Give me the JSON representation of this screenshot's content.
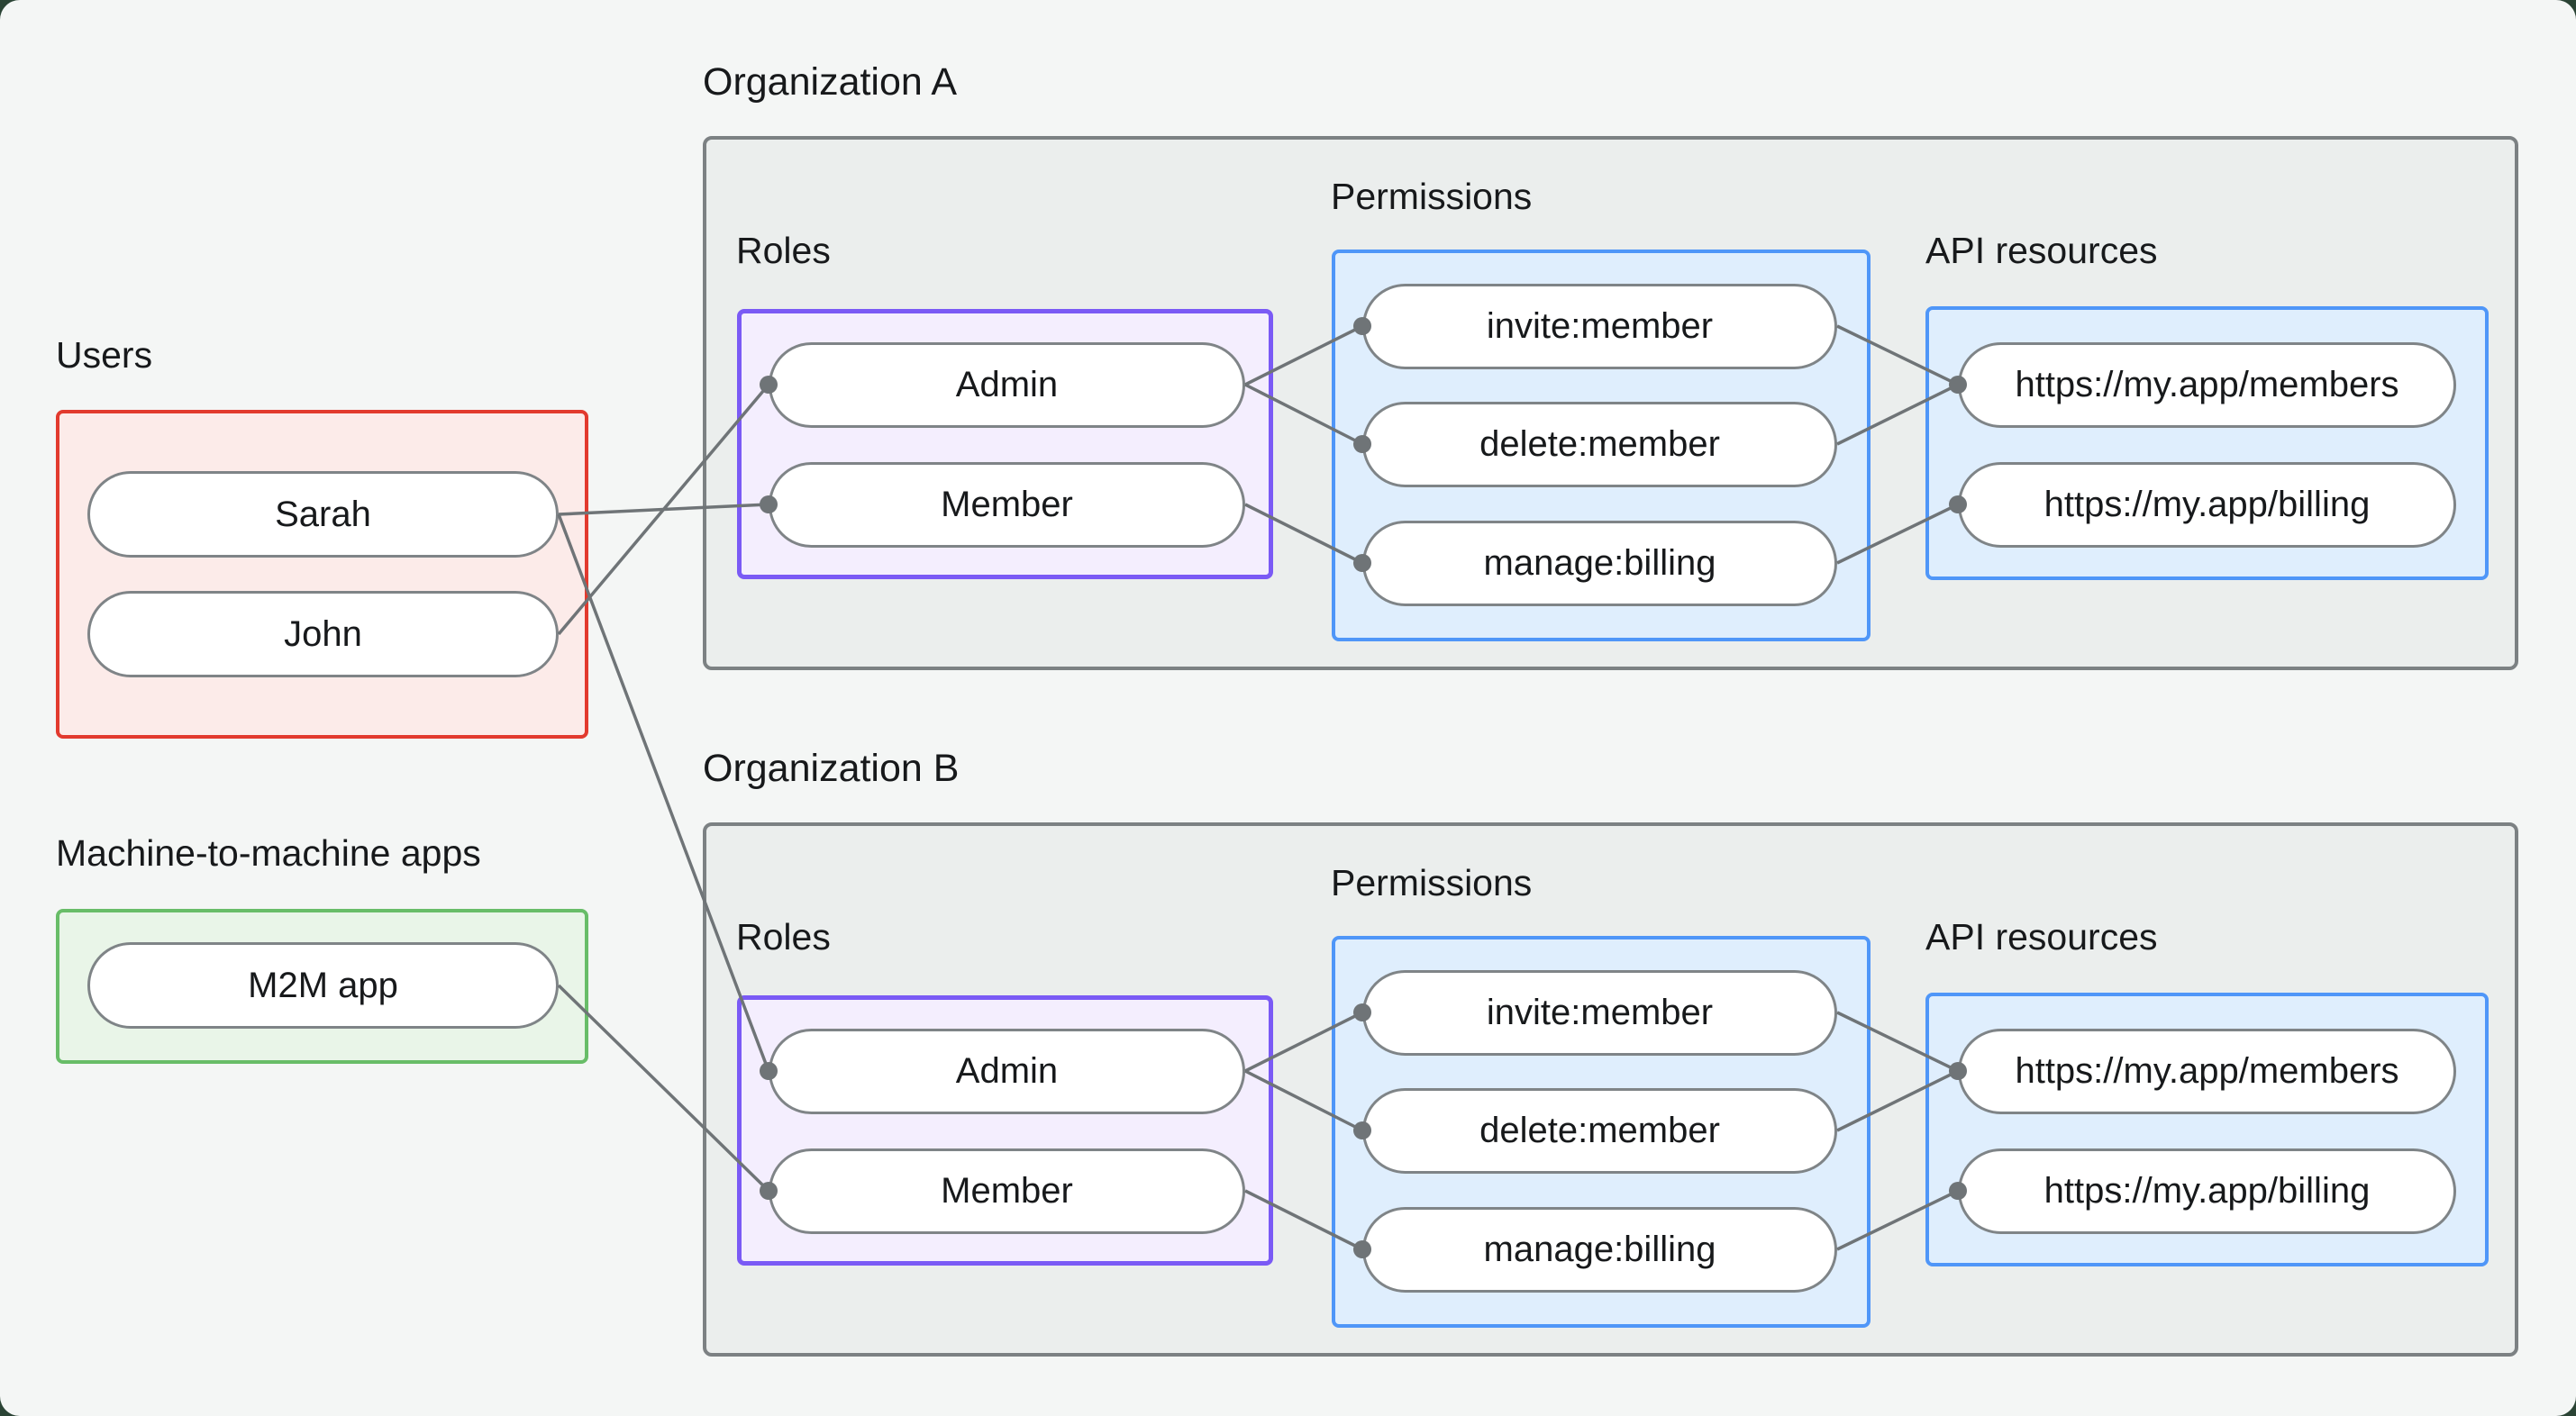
{
  "diagram": {
    "users_section": {
      "label": "Users",
      "items": [
        "Sarah",
        "John"
      ]
    },
    "m2m_section": {
      "label": "Machine-to-machine apps",
      "items": [
        "M2M app"
      ]
    },
    "organizations": [
      {
        "title": "Organization A",
        "roles_label": "Roles",
        "roles": [
          "Admin",
          "Member"
        ],
        "permissions_label": "Permissions",
        "permissions": [
          "invite:member",
          "delete:member",
          "manage:billing"
        ],
        "api_resources_label": "API resources",
        "api_resources": [
          "https://my.app/members",
          "https://my.app/billing"
        ]
      },
      {
        "title": "Organization B",
        "roles_label": "Roles",
        "roles": [
          "Admin",
          "Member"
        ],
        "permissions_label": "Permissions",
        "permissions": [
          "invite:member",
          "delete:member",
          "manage:billing"
        ],
        "api_resources_label": "API resources",
        "api_resources": [
          "https://my.app/members",
          "https://my.app/billing"
        ]
      }
    ],
    "connections": [
      {
        "from": "user-sarah",
        "to": "orgA-role-member"
      },
      {
        "from": "user-john",
        "to": "orgA-role-admin"
      },
      {
        "from": "user-sarah",
        "to": "orgB-role-admin"
      },
      {
        "from": "m2m-app",
        "to": "orgB-role-member"
      },
      {
        "from": "orgA-role-admin",
        "to": "orgA-perm-invite"
      },
      {
        "from": "orgA-role-admin",
        "to": "orgA-perm-delete"
      },
      {
        "from": "orgA-role-member",
        "to": "orgA-perm-manage"
      },
      {
        "from": "orgA-perm-invite",
        "to": "orgA-api-members"
      },
      {
        "from": "orgA-perm-delete",
        "to": "orgA-api-members"
      },
      {
        "from": "orgA-perm-manage",
        "to": "orgA-api-billing"
      },
      {
        "from": "orgB-role-admin",
        "to": "orgB-perm-invite"
      },
      {
        "from": "orgB-role-admin",
        "to": "orgB-perm-delete"
      },
      {
        "from": "orgB-role-member",
        "to": "orgB-perm-manage"
      },
      {
        "from": "orgB-perm-invite",
        "to": "orgB-api-members"
      },
      {
        "from": "orgB-perm-delete",
        "to": "orgB-api-members"
      },
      {
        "from": "orgB-perm-manage",
        "to": "orgB-api-billing"
      }
    ],
    "colors": {
      "page_bg": "#f4f6f5",
      "corner_bg": "#2b4435",
      "org_box_fill": "#ebeeed",
      "org_box_border": "#7c8183",
      "users_fill": "#fcebe9",
      "users_border": "#e23a2e",
      "m2m_fill": "#e9f5e8",
      "m2m_border": "#68bd68",
      "roles_fill": "#f4eefe",
      "roles_border": "#7a5af5",
      "blue_fill": "#dfeefd",
      "blue_border": "#4f96f8",
      "pill_border": "#7f8487",
      "line": "#6f7477",
      "text": "#17191b"
    }
  }
}
